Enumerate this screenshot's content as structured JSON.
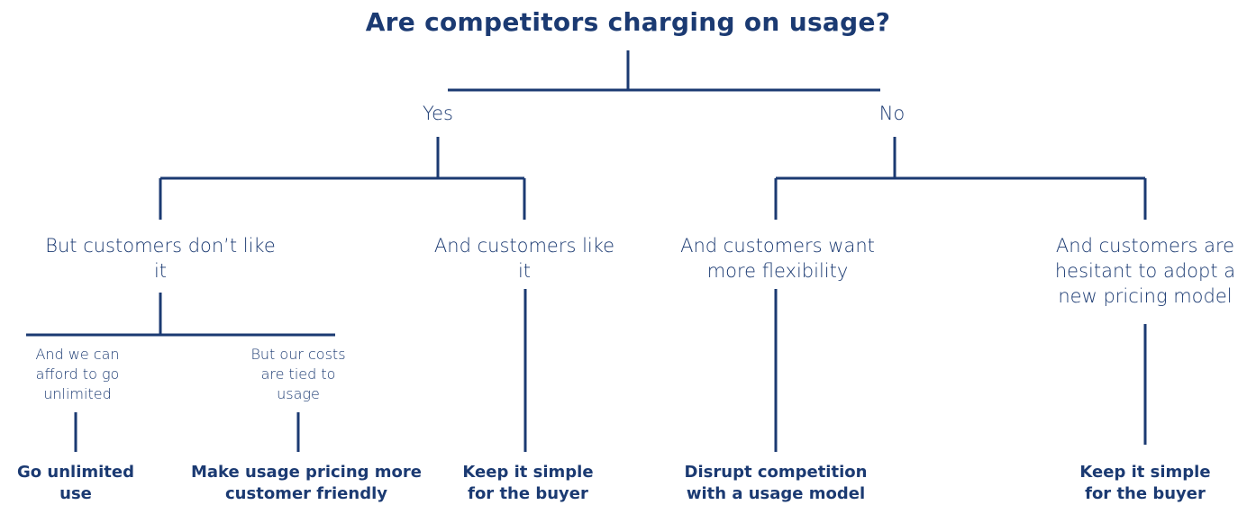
{
  "title": "Are competitors charging on usage?",
  "branches": {
    "yes": "Yes",
    "no": "No"
  },
  "conditions": {
    "dont_like": "But customers don’t like it",
    "like": "And customers like it",
    "flexibility": "And customers want more flexibility",
    "hesitant": "And customers are hesitant to adopt a new pricing model",
    "afford": "And we can afford to go unlimited",
    "costs": "But our costs are tied to usage"
  },
  "outcomes": {
    "unlimited": "Go unlimited use",
    "friendly": "Make usage pricing more customer friendly",
    "simple_yes": "Keep it simple for the buyer",
    "disrupt": "Disrupt competition with a usage model",
    "simple_no": "Keep it simple for the buyer"
  },
  "colors": {
    "primary": "#1b3a72"
  }
}
